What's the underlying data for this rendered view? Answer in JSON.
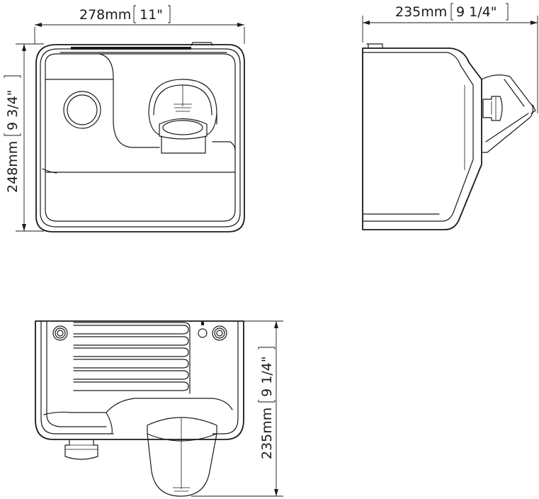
{
  "dimensions": {
    "front_width": {
      "metric": "278mm",
      "imperial": "11\""
    },
    "front_height": {
      "metric": "248mm",
      "imperial": "9 3/4\""
    },
    "side_depth": {
      "metric": "235mm",
      "imperial": "9 1/4\""
    },
    "bottom_depth": {
      "metric": "235mm",
      "imperial": "9 1/4\""
    }
  }
}
